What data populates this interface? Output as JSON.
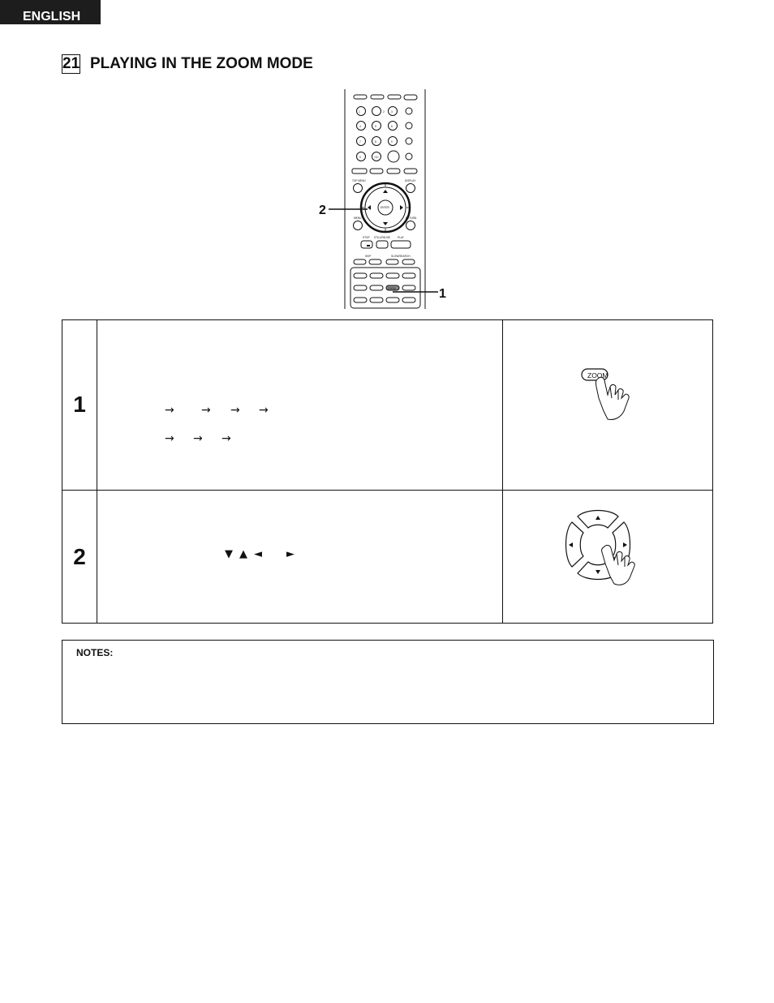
{
  "header": {
    "language_tab": "ENGLISH"
  },
  "section": {
    "number": "21",
    "title": "PLAYING IN THE ZOOM MODE"
  },
  "remote": {
    "callouts": [
      "2",
      "1"
    ],
    "labels": {
      "enter": "ENTER",
      "top_menu": "TOP MENU",
      "display": "DISPLAY",
      "menu": "MENU",
      "return": "RETURN",
      "stop": "STOP",
      "still_pause": "STILL/PAUSE",
      "play": "PLAY",
      "skip": "SKIP",
      "slow_search": "SLOW/SEARCH",
      "zoom": "ZOOM"
    },
    "digits": [
      "1",
      "2",
      "3",
      "4",
      "5",
      "6",
      "7",
      "8",
      "9",
      "0",
      "+10"
    ]
  },
  "steps": [
    {
      "number": "1",
      "arrows_row1": [
        "→",
        "→",
        "→",
        "→"
      ],
      "arrows_row2": [
        "→",
        "→",
        "→"
      ],
      "button_label": "ZOOM"
    },
    {
      "number": "2",
      "direction_symbols": [
        "▼",
        "▲",
        "◄",
        "►"
      ]
    }
  ],
  "notes": {
    "label": "NOTES:"
  }
}
